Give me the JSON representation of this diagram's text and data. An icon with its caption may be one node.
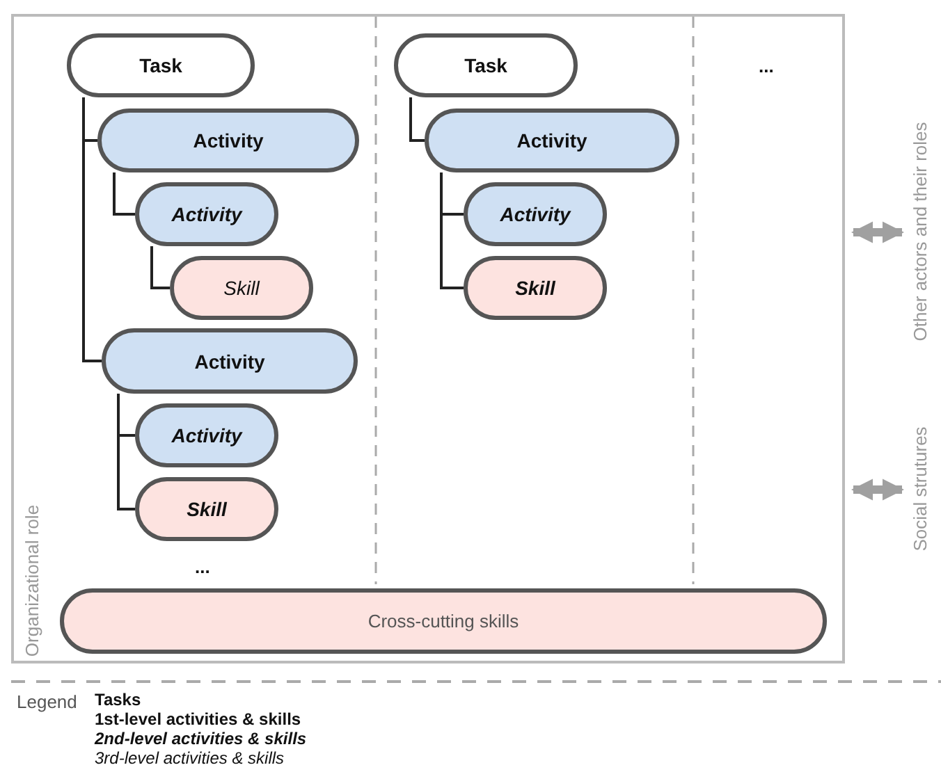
{
  "diagram": {
    "nodes": [
      {
        "text": [
          "Organizational role"
        ]
      },
      {
        "text": [
          "Task"
        ],
        "in": 0
      },
      {
        "text": [
          "Activity"
        ],
        "in": 0
      },
      {
        "text": [
          "Activity"
        ],
        "in": 0
      },
      {
        "text": [
          "Skill"
        ],
        "in": 0
      },
      {
        "text": [
          "Activity"
        ],
        "in": 0
      },
      {
        "text": [
          "Activity"
        ],
        "in": 0
      },
      {
        "text": [
          "Skill"
        ],
        "in": 0
      },
      {
        "text": [
          "Task"
        ],
        "in": 0
      },
      {
        "text": [
          "Activity"
        ],
        "in": 0
      },
      {
        "text": [
          "Activity"
        ],
        "in": 0
      },
      {
        "text": [
          "Skill"
        ],
        "in": 0
      },
      {
        "text": [
          "Cross-cutting skills"
        ],
        "in": 0
      },
      {
        "text": [
          "Other actors and their roles"
        ]
      },
      {
        "text": [
          "Social strutures"
        ]
      }
    ],
    "edges": [
      {
        "from": 1,
        "to": 2,
        "arrow": "none"
      },
      {
        "from": 1,
        "to": 5,
        "arrow": "none"
      },
      {
        "from": 2,
        "to": 3,
        "arrow": "none"
      },
      {
        "from": 3,
        "to": 4,
        "arrow": "none"
      },
      {
        "from": 5,
        "to": 6,
        "arrow": "none"
      },
      {
        "from": 5,
        "to": 7,
        "arrow": "none"
      },
      {
        "from": 8,
        "to": 9,
        "arrow": "none"
      },
      {
        "from": 9,
        "to": 10,
        "arrow": "none"
      },
      {
        "from": 9,
        "to": 11,
        "arrow": "none"
      },
      {
        "from": 0,
        "to": 13,
        "arrow": "both",
        "style": "thick",
        "color": "#a0a0a0"
      },
      {
        "from": 0,
        "to": 14,
        "arrow": "both",
        "style": "thick",
        "color": "#a0a0a0"
      }
    ],
    "labels": [
      "...",
      "...",
      "Legend"
    ],
    "legend": [
      {
        "text": "Tasks"
      },
      {
        "text": "1st-level activities & skills"
      },
      {
        "text": "2nd-level activities & skills"
      },
      {
        "text": "3rd-level activities & skills"
      }
    ]
  }
}
